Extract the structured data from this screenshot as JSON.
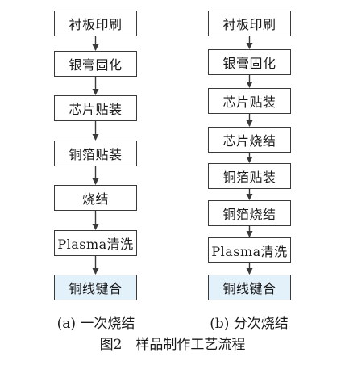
{
  "figure": {
    "left": {
      "steps": [
        "衬板印刷",
        "银膏固化",
        "芯片贴装",
        "铜箔贴装",
        "烧结",
        "Plasma清洗",
        "铜线键合"
      ],
      "caption": "(a) 一次烧结"
    },
    "right": {
      "steps": [
        "衬板印刷",
        "银膏固化",
        "芯片贴装",
        "芯片烧结",
        "铜箔贴装",
        "铜箔烧结",
        "Plasma清洗",
        "铜线键合"
      ],
      "caption": "(b) 分次烧结"
    },
    "title": "图2　样品制作工艺流程",
    "highlight_color": "#e3f1fb"
  }
}
